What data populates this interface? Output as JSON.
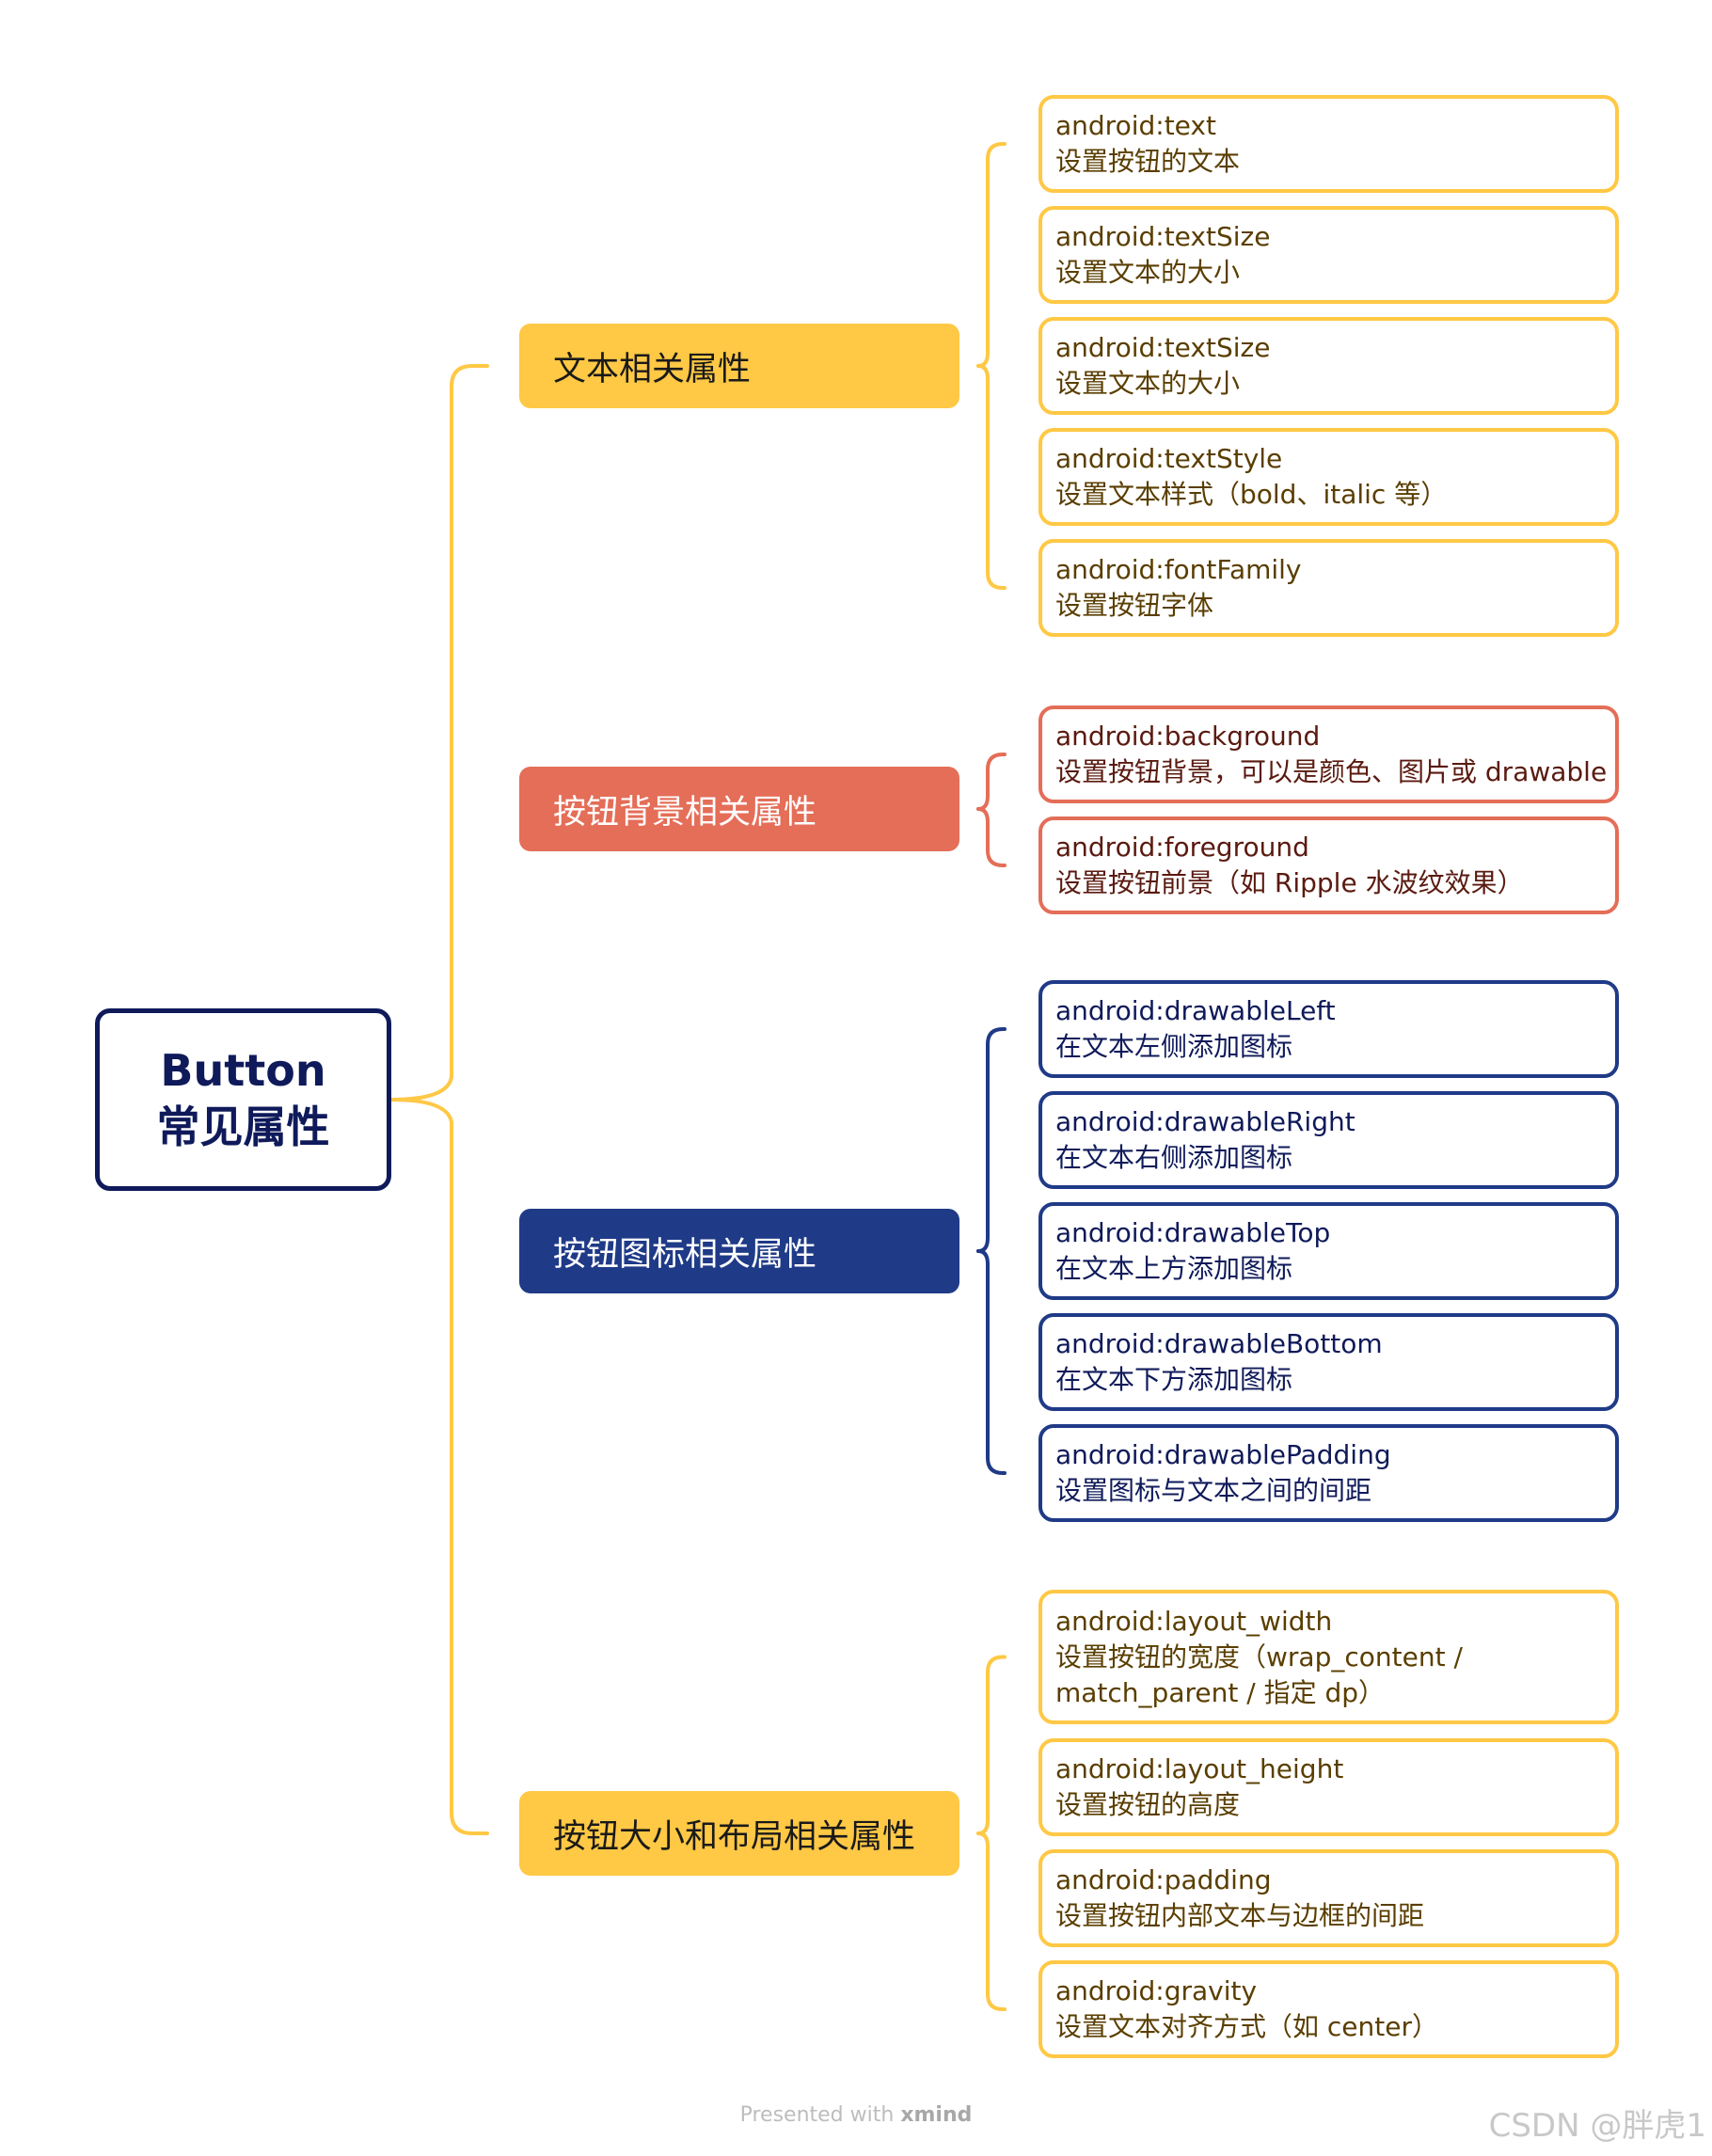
{
  "root": {
    "line1": "Button",
    "line2": "常见属性",
    "color": "#0f1a5a"
  },
  "connector_color": "#ffc845",
  "branches": [
    {
      "label": "文本相关属性",
      "fill": "#ffc845",
      "text_color": "#1a1a1a",
      "leaf_border": "#ffc845",
      "leaf_text": "#5a3e00",
      "items": [
        {
          "attr": "android:text",
          "desc": "设置按钮的文本"
        },
        {
          "attr": "android:textSize",
          "desc": "设置文本的大小"
        },
        {
          "attr": "android:textSize",
          "desc": "设置文本的大小"
        },
        {
          "attr": "android:textStyle",
          "desc": "设置文本样式（bold、italic 等）"
        },
        {
          "attr": "android:fontFamily",
          "desc": "设置按钮字体"
        }
      ]
    },
    {
      "label": "按钮背景相关属性",
      "fill": "#e46e58",
      "text_color": "#ffffff",
      "leaf_border": "#e46e58",
      "leaf_text": "#5a1a10",
      "items": [
        {
          "attr": "android:background",
          "desc": "设置按钮背景，可以是颜色、图片或 drawable"
        },
        {
          "attr": "android:foreground",
          "desc": "设置按钮前景（如 Ripple 水波纹效果）"
        }
      ]
    },
    {
      "label": "按钮图标相关属性",
      "fill": "#1f3a87",
      "text_color": "#ffffff",
      "leaf_border": "#1f3a87",
      "leaf_text": "#0f1a5a",
      "items": [
        {
          "attr": "android:drawableLeft",
          "desc": "在文本左侧添加图标"
        },
        {
          "attr": "android:drawableRight",
          "desc": "在文本右侧添加图标"
        },
        {
          "attr": "android:drawableTop",
          "desc": "在文本上方添加图标"
        },
        {
          "attr": "android:drawableBottom",
          "desc": "在文本下方添加图标"
        },
        {
          "attr": "android:drawablePadding",
          "desc": "设置图标与文本之间的间距"
        }
      ]
    },
    {
      "label": "按钮大小和布局相关属性",
      "fill": "#ffc845",
      "text_color": "#1a1a1a",
      "leaf_border": "#ffc845",
      "leaf_text": "#5a3e00",
      "items": [
        {
          "attr": "android:layout_width",
          "desc": "设置按钮的宽度（wrap_content /",
          "desc2": "match_parent / 指定 dp）"
        },
        {
          "attr": "android:layout_height",
          "desc": "设置按钮的高度"
        },
        {
          "attr": "android:padding",
          "desc": "设置按钮内部文本与边框的间距"
        },
        {
          "attr": "android:gravity",
          "desc": "设置文本对齐方式（如 center）"
        }
      ]
    }
  ],
  "footer": {
    "prefix": "Presented with ",
    "brand": "xmind"
  },
  "watermark": "CSDN @胖虎1"
}
